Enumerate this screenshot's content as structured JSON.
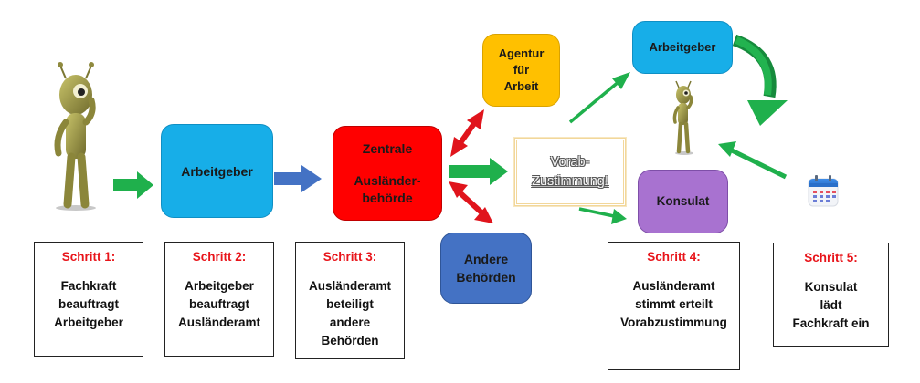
{
  "nodes": {
    "arbeitgeber_1": "Arbeitgeber",
    "zentrale": [
      "Zentrale",
      "Ausländer-",
      "behörde"
    ],
    "agentur": [
      "Agentur",
      "für",
      "Arbeit"
    ],
    "andere": [
      "Andere",
      "Behörden"
    ],
    "vorab": [
      "Vorab-",
      "Zustimmung!"
    ],
    "arbeitgeber_2": "Arbeitgeber",
    "konsulat": "Konsulat"
  },
  "steps": [
    {
      "title": "Schritt 1:",
      "lines": [
        "Fachkraft",
        "beauftragt",
        "Arbeitgeber"
      ]
    },
    {
      "title": "Schritt 2:",
      "lines": [
        "Arbeitgeber",
        "beauftragt",
        "Ausländeramt"
      ]
    },
    {
      "title": "Schritt 3:",
      "lines": [
        "Ausländeramt",
        "beteiligt",
        "andere",
        "Behörden"
      ]
    },
    {
      "title": "Schritt 4:",
      "lines": [
        "Ausländeramt",
        "stimmt erteilt",
        "Vorabzustimmung"
      ]
    },
    {
      "title": "Schritt 5:",
      "lines": [
        "Konsulat",
        "lädt",
        "Fachkraft ein"
      ]
    }
  ],
  "colors": {
    "green_arrow": "#1fb04c",
    "blue_arrow": "#4472c4",
    "red_arrow": "#e0141c",
    "light_blue": "#17aee8",
    "red_box": "#ff0000",
    "amber_box": "#ffc000",
    "dark_blue_box": "#4472c4",
    "purple_box": "#a872d0",
    "step_title": "#e8141a"
  },
  "icons": [
    "alien-figure-large",
    "alien-figure-small",
    "calendar-icon"
  ]
}
